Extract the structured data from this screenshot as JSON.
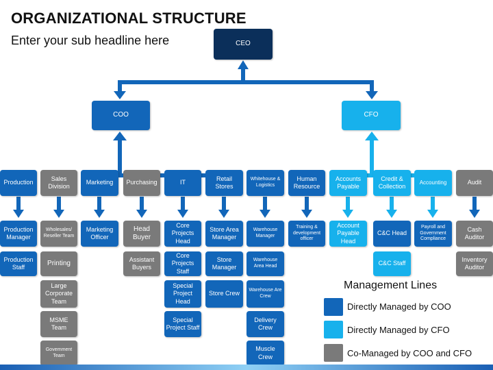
{
  "header": {
    "title": "ORGANIZATIONAL STRUCTURE",
    "subtitle": "Enter your sub headline here"
  },
  "top": {
    "ceo": "CEO",
    "coo": "COO",
    "cfo": "CFO"
  },
  "departments": [
    {
      "label": "Production",
      "group": "coo",
      "roles": [
        "Production Manager",
        "Production Staff"
      ]
    },
    {
      "label": "Sales Division",
      "group": "gray",
      "roles": [
        "Wholesales/ Reseller Team",
        "Printing",
        "Large Corporate Team",
        "MSME Team",
        "Government Team"
      ]
    },
    {
      "label": "Marketing",
      "group": "coo",
      "roles": [
        "Marketing Officer"
      ]
    },
    {
      "label": "Purchasing",
      "group": "gray",
      "roles": [
        "Head Buyer",
        "Assistant Buyers"
      ]
    },
    {
      "label": "IT",
      "group": "coo",
      "roles": [
        "Core Projects Head",
        "Core Projects Staff",
        "Special Project Head",
        "Special Project Staff"
      ]
    },
    {
      "label": "Retail Stores",
      "group": "coo",
      "roles": [
        "Store Area Manager",
        "Store Manager",
        "Store Crew"
      ]
    },
    {
      "label": "Whitehouse & Logistics",
      "group": "coo",
      "roles": [
        "Warehouse Manager",
        "Warehouse Area Head",
        "Warehouse Are Crew",
        "Delivery Crew",
        "Muscle Crew"
      ]
    },
    {
      "label": "Human Resource",
      "group": "coo",
      "roles": [
        "Training & development officer"
      ]
    },
    {
      "label": "Accounts Payable",
      "group": "cfo",
      "roles": [
        "Account Payable Head"
      ]
    },
    {
      "label": "Credit & Collection",
      "group": "cfo",
      "roles": [
        "C&C Head",
        "C&C Staff"
      ]
    },
    {
      "label": "Accounting",
      "group": "cfo",
      "roles": [
        "Payroll and Government Compliance"
      ]
    },
    {
      "label": "Audit",
      "group": "gray",
      "roles": [
        "Cash Auditor",
        "Inventory Auditor"
      ]
    }
  ],
  "legend": {
    "title": "Management Lines",
    "items": [
      {
        "label": "Directly Managed by COO",
        "color": "#1266b9"
      },
      {
        "label": "Directly Managed by CFO",
        "color": "#17b1ec"
      },
      {
        "label": "Co-Managed by COO and CFO",
        "color": "#7a7a7a"
      }
    ]
  },
  "colors": {
    "ceo": "#0b2f5a",
    "coo": "#1266b9",
    "cfo": "#17b1ec",
    "gray": "#7a7a7a"
  }
}
